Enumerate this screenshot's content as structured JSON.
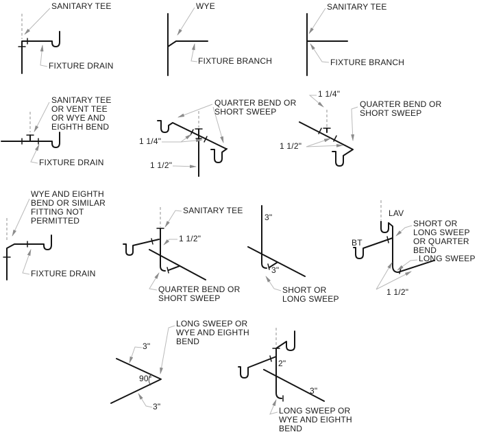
{
  "colors": {
    "background": "#ffffff",
    "pipe": "#141414",
    "leader": "#b9b9b9",
    "arrow": "#8c8c8c",
    "dashed_centerline": "#999999",
    "text": "#1a1a1a"
  },
  "diagrams": {
    "d1": {
      "name": "sanitary-tee-with-trap",
      "labels": {
        "fitting": "SANITARY TEE",
        "drain": "FIXTURE DRAIN"
      }
    },
    "d2": {
      "name": "wye-branch",
      "labels": {
        "fitting": "WYE",
        "branch": "FIXTURE BRANCH"
      }
    },
    "d3": {
      "name": "sanitary-tee-branch",
      "labels": {
        "fitting": "SANITARY TEE",
        "branch": "FIXTURE BRANCH"
      }
    },
    "d4": {
      "name": "horizontal-drain-vent-tee",
      "labels": {
        "fitting": "SANITARY TEE\nOR VENT TEE\nOR WYE AND\nEIGHTH BEND",
        "drain": "FIXTURE DRAIN"
      }
    },
    "d5": {
      "name": "double-trap-quarter-bend",
      "labels": {
        "fitting": "QUARTER BEND OR\nSHORT SWEEP",
        "size_upper": "1 1/4\"",
        "size_lower": "1 1/2\""
      }
    },
    "d6": {
      "name": "single-trap-quarter-bend",
      "labels": {
        "vent_size": "1 1/4\"",
        "fitting": "QUARTER BEND OR\nSHORT SWEEP",
        "drain_size": "1 1/2\""
      }
    },
    "d7": {
      "name": "wye-eighth-bend-not-permitted",
      "labels": {
        "note": "WYE AND EIGHTH\nBEND OR SIMILAR\nFITTING NOT\nPERMITTED",
        "drain": "FIXTURE DRAIN"
      }
    },
    "d8": {
      "name": "stack-sanitary-tee-quarter-bend",
      "labels": {
        "fitting": "SANITARY TEE",
        "size": "1 1/2\"",
        "bend": "QUARTER BEND OR\nSHORT SWEEP"
      }
    },
    "d9": {
      "name": "stack-short-or-long-sweep",
      "labels": {
        "stack_size": "3\"",
        "drain_size": "3\"",
        "sweep": "SHORT OR\nLONG SWEEP"
      }
    },
    "d10": {
      "name": "lav-bt-stack-sweeps",
      "labels": {
        "lav": "LAV",
        "bt": "BT",
        "sweep_upper": "SHORT OR\nLONG SWEEP\nOR QUARTER\nBEND",
        "sweep_lower": "LONG SWEEP",
        "size": "1 1/2\""
      }
    },
    "d11": {
      "name": "ninety-degree-long-sweep",
      "labels": {
        "fitting": "LONG SWEEP OR\nWYE AND EIGHTH\nBEND",
        "size_top": "3\"",
        "angle": "90°",
        "size_bottom": "3\""
      }
    },
    "d12": {
      "name": "stack-long-sweep-wye",
      "labels": {
        "size_vertical": "2\"",
        "size_horizontal": "3\"",
        "fitting": "LONG SWEEP OR\nWYE AND EIGHTH\nBEND"
      }
    }
  }
}
